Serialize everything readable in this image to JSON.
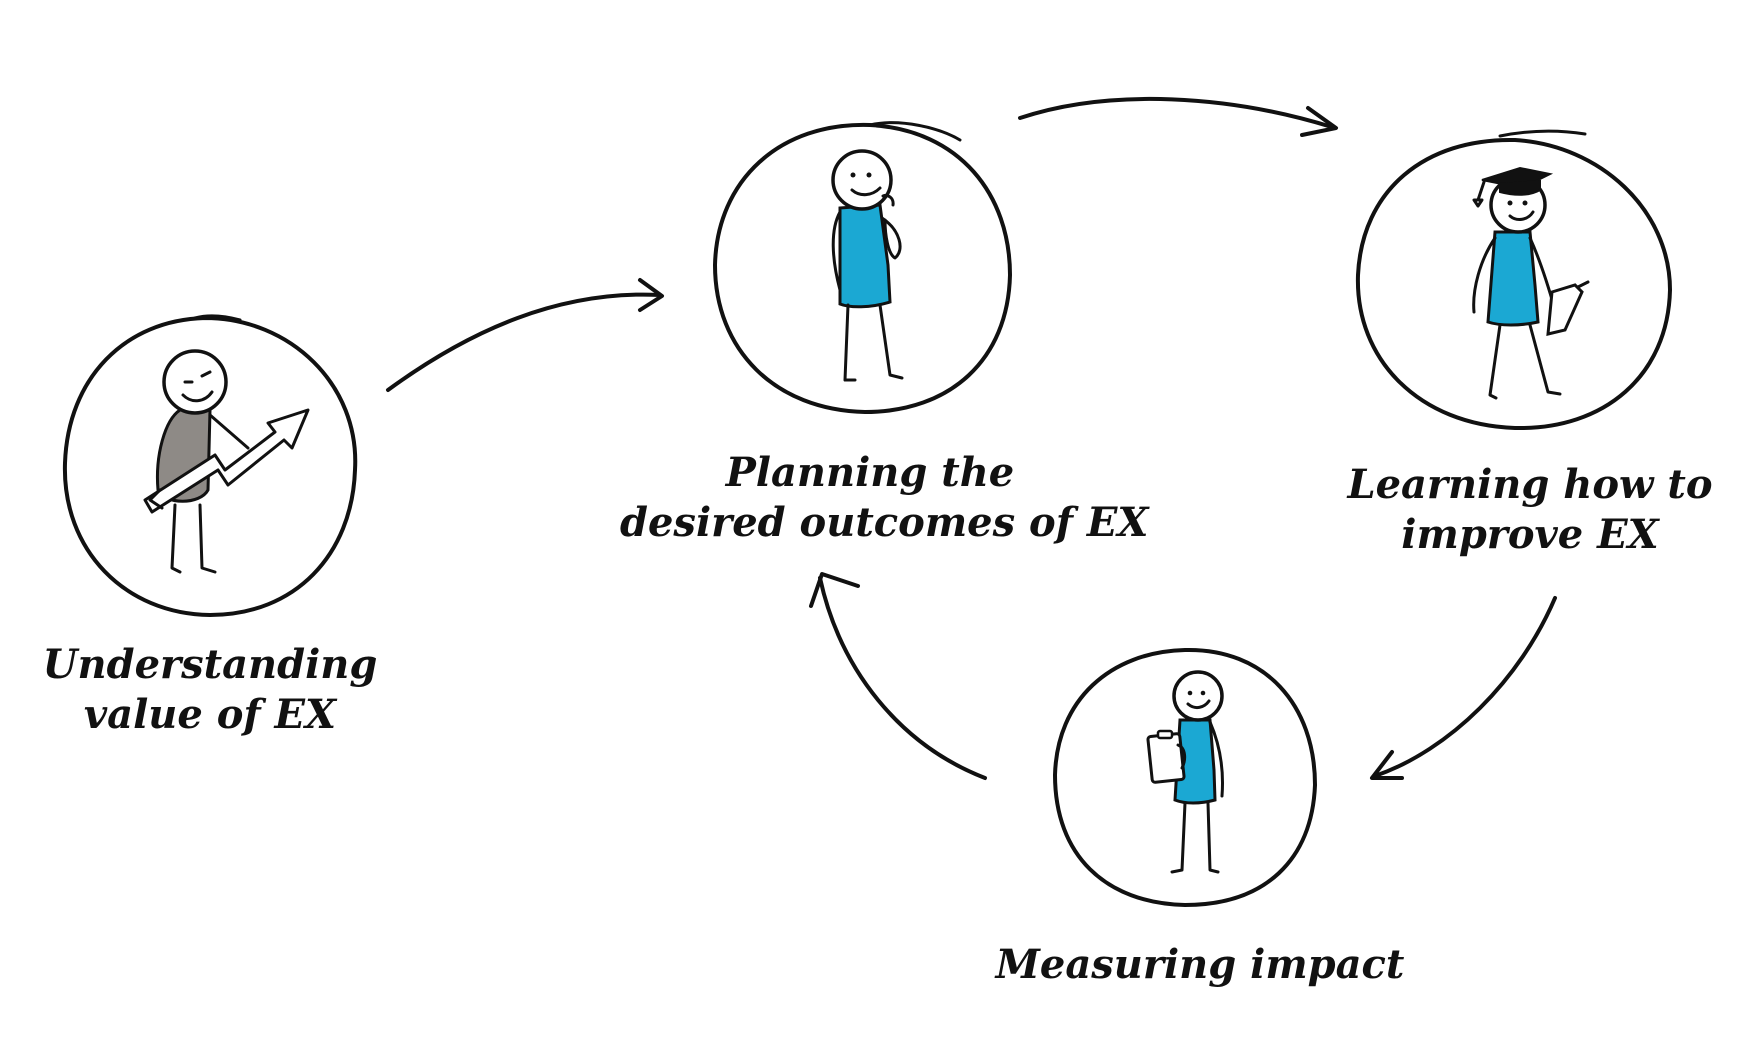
{
  "colors": {
    "ink": "#111111",
    "shirt_blue": "#1ba8d3",
    "shirt_gray": "#8e8a86",
    "background": "#ffffff"
  },
  "stages": [
    {
      "id": "understanding",
      "icon": "rising-arrow-icon",
      "label_lines": [
        "Understanding",
        "value of EX"
      ]
    },
    {
      "id": "planning",
      "icon": "thinking-person-icon",
      "label_lines": [
        "Planning the",
        "desired outcomes of EX"
      ]
    },
    {
      "id": "learning",
      "icon": "graduate-person-icon",
      "label_lines": [
        "Learning how to",
        "improve EX"
      ]
    },
    {
      "id": "measuring",
      "icon": "clipboard-person-icon",
      "label_lines": [
        "Measuring impact"
      ]
    }
  ],
  "flow": [
    {
      "from": "understanding",
      "to": "planning"
    },
    {
      "from": "planning",
      "to": "learning"
    },
    {
      "from": "learning",
      "to": "measuring"
    },
    {
      "from": "measuring",
      "to": "planning"
    }
  ]
}
